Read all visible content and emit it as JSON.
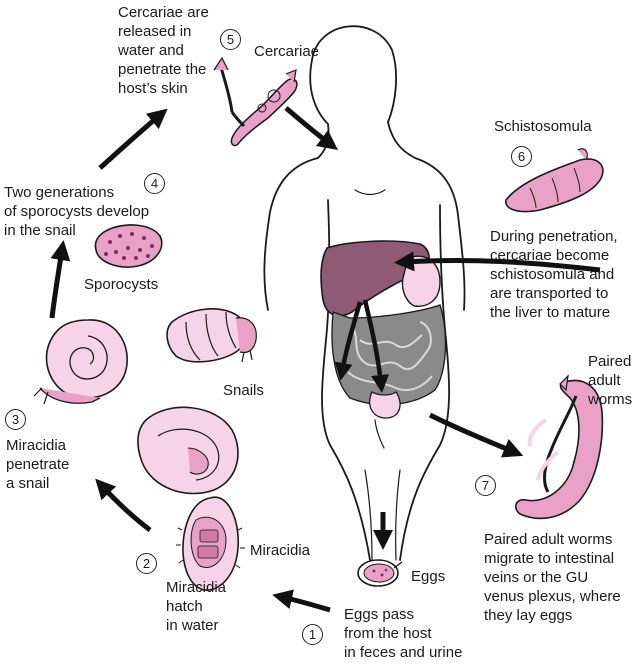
{
  "steps": [
    {
      "number": "1",
      "text": "Eggs pass\nfrom the host\nin feces and urine"
    },
    {
      "number": "2",
      "text": "Miracidia\nhatch\nin water"
    },
    {
      "number": "3",
      "text": "Miracidia\npenetrate\na snail"
    },
    {
      "number": "4",
      "text": "Two generations\nof sporocysts develop\nin the snail"
    },
    {
      "number": "5",
      "text": "Cercariae are\nreleased in\nwater and\npenetrate the\nhost’s skin"
    },
    {
      "number": "6",
      "text": "During penetration,\ncercariae become\nschistosomula and\nare transported to\nthe liver to mature"
    },
    {
      "number": "7",
      "text": "Paired adult worms\nmigrate to intestinal\nveins or the GU\nvenus plexus, where\nthey lay eggs"
    }
  ],
  "labels": {
    "eggs": "Eggs",
    "miracidia": "Miracidia",
    "snails": "Snails",
    "sporocysts": "Sporocysts",
    "cercariae": "Cercariae",
    "schistosomula": "Schistosomula",
    "paired_adult_worms": "Paired\nadult\nworms"
  },
  "colors": {
    "organism_fill": "#e9a1c8",
    "organism_light": "#f6d3e6",
    "liver": "#8e5a74",
    "intestine": "#8a8a8a",
    "outline": "#1a1a1a"
  }
}
